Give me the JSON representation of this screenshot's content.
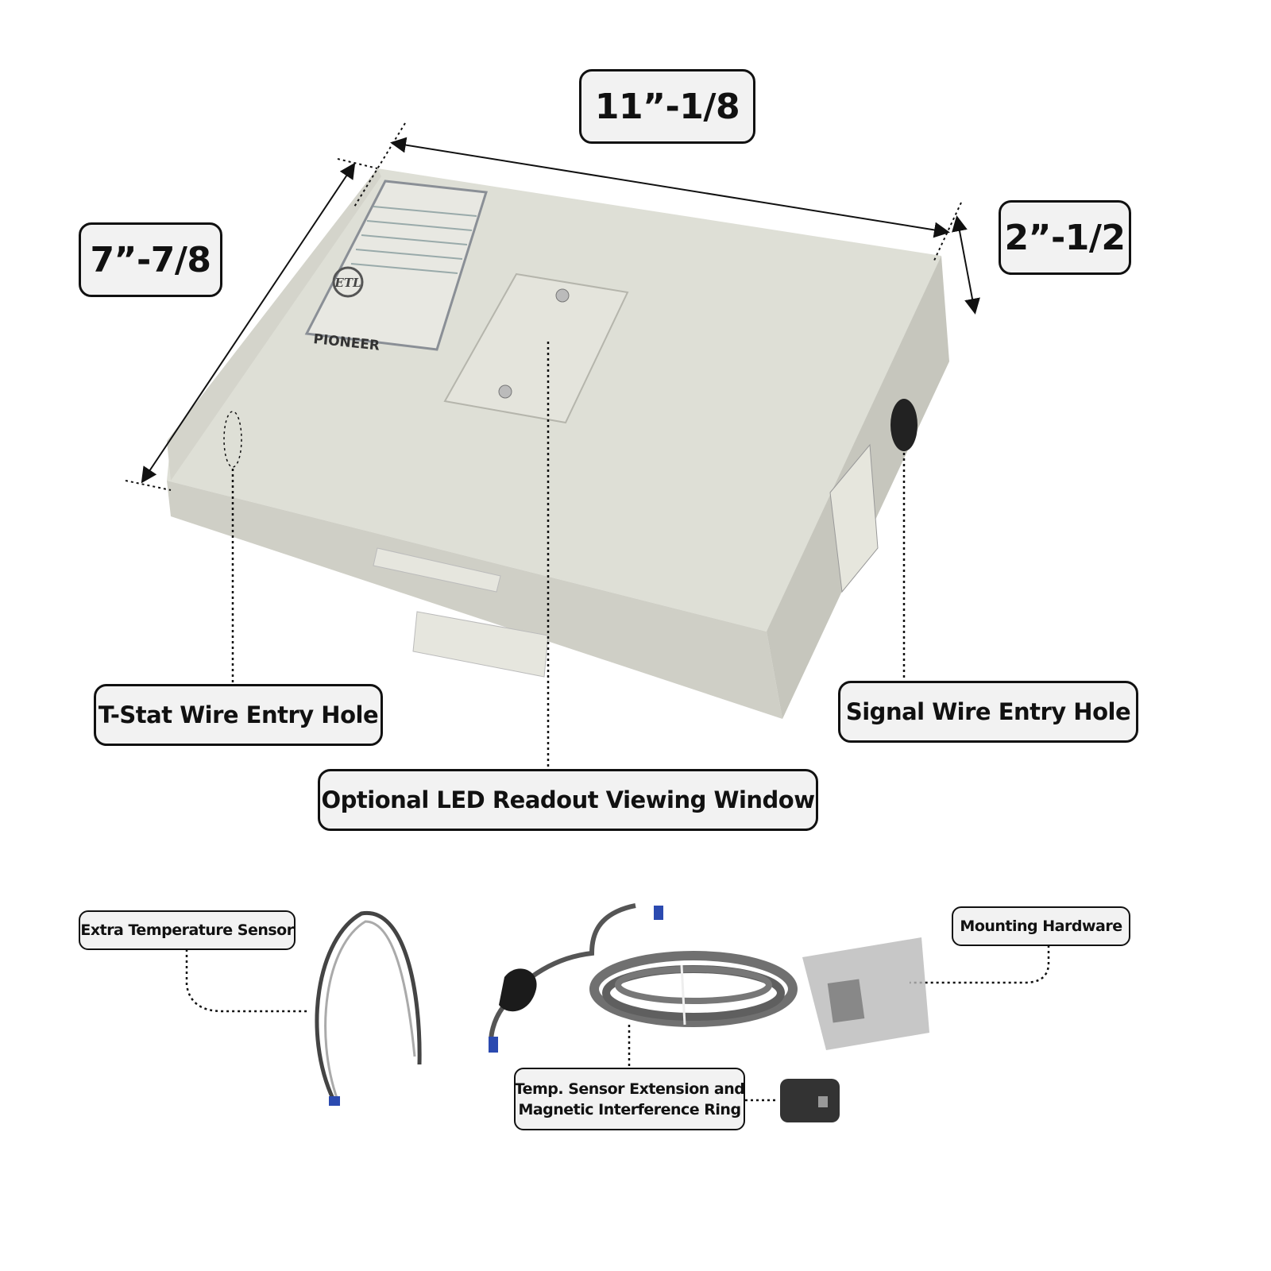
{
  "dimensions": {
    "width": "11”-1/8",
    "depth": "7”-7/8",
    "height": "2”-1/2"
  },
  "callouts": {
    "tstat_hole": "T-Stat Wire Entry Hole",
    "signal_hole": "Signal Wire Entry Hole",
    "led_window": "Optional LED Readout Viewing Window",
    "extra_sensor": "Extra Temperature Sensor",
    "mounting_hardware": "Mounting Hardware",
    "extension_line1": "Temp. Sensor Extension and",
    "extension_line2": "Magnetic Interference Ring"
  },
  "product_label": {
    "brand_logo": "PIONEER",
    "certification_mark": "ETL"
  },
  "colors": {
    "box": "#dcdcd2",
    "box_side": "#c9c9bf",
    "cable": "#6e6e6e",
    "connector": "#2b4ab0",
    "callout_bg": "#f2f2f2"
  }
}
